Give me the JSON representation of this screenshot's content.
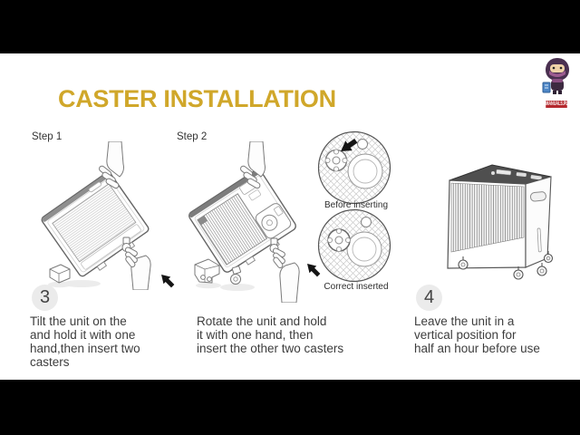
{
  "title": "CASTER INSTALLATION",
  "logo": {
    "banner_text": "MANUALS.PLUS",
    "mascot": "ninja-mascot"
  },
  "labels": {
    "step1": "Step 1",
    "step2": "Step 2"
  },
  "detail_captions": {
    "before": "Before inserting",
    "after": "Correct inserted"
  },
  "instructions": {
    "left": {
      "number": "3",
      "lines": [
        "Tilt the unit on the",
        "and hold it with one",
        "hand,then insert two",
        "casters"
      ]
    },
    "middle": {
      "lines": [
        "Rotate the unit and hold",
        "it with one hand, then",
        "insert the other two casters"
      ]
    },
    "right": {
      "number": "4",
      "lines": [
        "Leave the unit in a",
        "vertical position for",
        "half an hour before use"
      ]
    }
  },
  "icons": {
    "step_arrow": "solid-black-arrow",
    "detail_arrow": "solid-black-arrow"
  },
  "colors": {
    "title_gold": "#D0A72A",
    "body_text": "#3D3D3D",
    "letterbox": "#000000",
    "step_circle_bg": "#EBEBEB",
    "banner_red": "#B5292E",
    "line_art": "#666666"
  }
}
